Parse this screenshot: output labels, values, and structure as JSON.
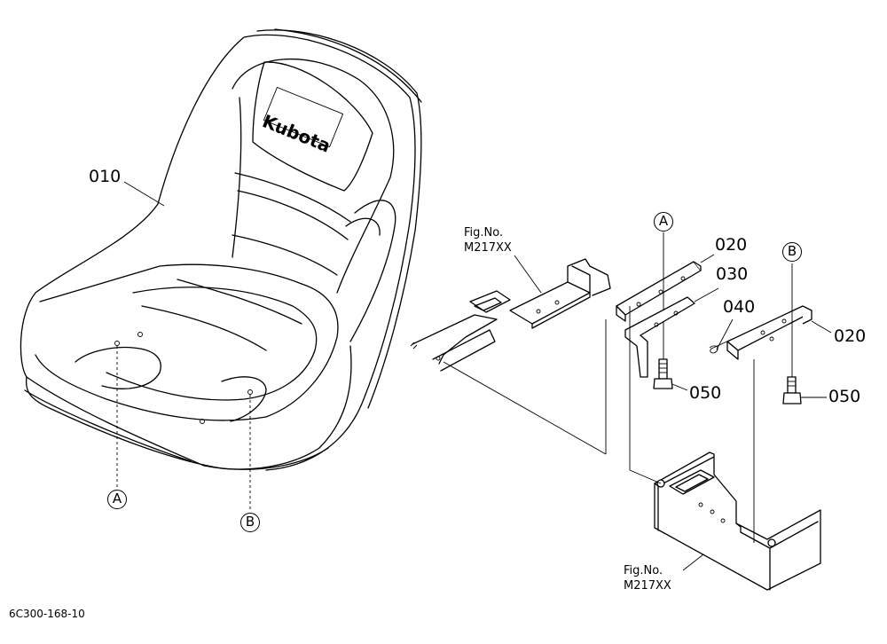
{
  "seat": {
    "brand_text": "Kubota",
    "part_label": "010",
    "mount_refs": [
      "A",
      "B"
    ]
  },
  "bracket_assembly": {
    "refs": [
      "A",
      "B"
    ],
    "parts": {
      "bracket_left": "020",
      "bracket_right": "020",
      "plate": "030",
      "pin": "040",
      "bolt_left": "050",
      "bolt_right": "050"
    },
    "fig_refs": [
      {
        "line1": "Fig.No.",
        "line2": "M217XX"
      },
      {
        "line1": "Fig.No.",
        "line2": "M217XX"
      }
    ]
  },
  "drawing_code": "6C300-168-10"
}
